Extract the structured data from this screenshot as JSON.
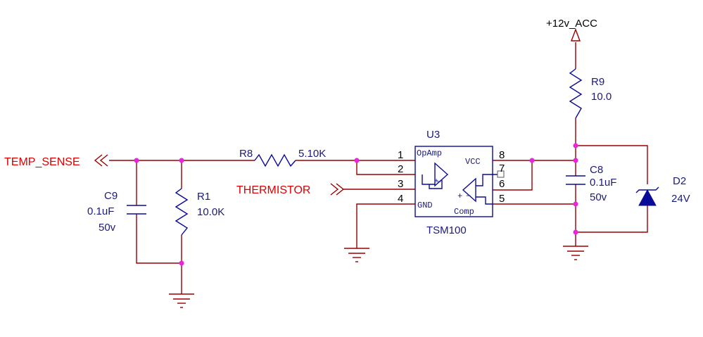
{
  "nets": {
    "temp_sense": "TEMP_SENSE",
    "thermistor": "THERMISTOR",
    "power": "+12v_ACC"
  },
  "components": {
    "u3": {
      "ref": "U3",
      "part": "TSM100",
      "opamp_label": "OpAmp",
      "vcc_label": "VCC",
      "gnd_label": "GND",
      "comp_label": "Comp",
      "pins": [
        "1",
        "2",
        "3",
        "4",
        "5",
        "6",
        "7",
        "8"
      ]
    },
    "r8": {
      "ref": "R8",
      "value": "5.10K"
    },
    "r1": {
      "ref": "R1",
      "value": "10.0K"
    },
    "r9": {
      "ref": "R9",
      "value": "10.0"
    },
    "c9": {
      "ref": "C9",
      "value": "0.1uF",
      "voltage": "50v"
    },
    "c8": {
      "ref": "C8",
      "value": "0.1uF",
      "voltage": "50v"
    },
    "d2": {
      "ref": "D2",
      "value": "24V"
    }
  },
  "colors": {
    "wire": "#990000",
    "component": "#0a0a9a",
    "junction": "#ee22dd",
    "net_label": "#dd0000"
  }
}
